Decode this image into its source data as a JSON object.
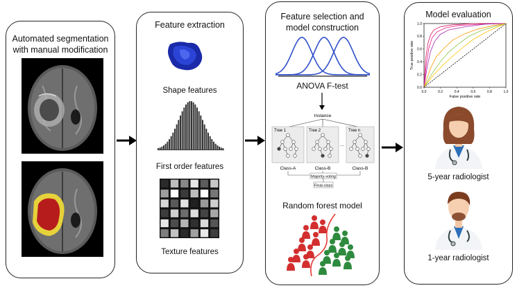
{
  "panels": {
    "segmentation": {
      "title_line1": "Automated segmentation",
      "title_line2": "with manual modification"
    },
    "extraction": {
      "title": "Feature extraction",
      "shape_label": "Shape features",
      "first_order_label": "First order features",
      "texture_label": "Texture features"
    },
    "selection": {
      "title_line1": "Feature selection and",
      "title_line2": "model construction",
      "anova_label": "ANOVA F-test",
      "rf_label": "Random forest model",
      "forest": {
        "instance": "Instance",
        "tree1": "Tree 1",
        "tree2": "Tree 2",
        "treen": "Tree n",
        "ellipsis": "...",
        "class_a": "Class-A",
        "class_b1": "Class-B",
        "class_b2": "Class-B",
        "majority": "Majority-voting",
        "final": "Final-class"
      }
    },
    "evaluation": {
      "title": "Model evaluation",
      "radiologist_5": "5-year radiologist",
      "radiologist_1": "1-year radiologist"
    }
  },
  "roc_chart": {
    "chart_data": {
      "type": "line",
      "xlabel": "False positive rate",
      "ylabel": "True positive rate",
      "xticks": [
        "0.0",
        "0.2",
        "0.4",
        "0.6",
        "0.8",
        "1.0"
      ],
      "yticks": [
        "0.0",
        "0.2",
        "0.4",
        "0.6",
        "0.8",
        "1.0"
      ],
      "xlim": [
        0,
        1
      ],
      "ylim": [
        0,
        1
      ],
      "legend_position": "lower-right",
      "series": [
        {
          "color": "#d81b60",
          "x": [
            0,
            0.02,
            0.05,
            0.08,
            0.12,
            0.2,
            0.35,
            0.6,
            1
          ],
          "y": [
            0,
            0.45,
            0.7,
            0.82,
            0.9,
            0.95,
            0.98,
            1,
            1
          ]
        },
        {
          "color": "#e91e8c",
          "x": [
            0,
            0.03,
            0.06,
            0.1,
            0.16,
            0.26,
            0.42,
            0.7,
            1
          ],
          "y": [
            0,
            0.38,
            0.62,
            0.78,
            0.87,
            0.93,
            0.97,
            0.99,
            1
          ]
        },
        {
          "color": "#9c27b0",
          "x": [
            0,
            0.04,
            0.08,
            0.13,
            0.2,
            0.3,
            0.5,
            0.75,
            1
          ],
          "y": [
            0,
            0.33,
            0.56,
            0.72,
            0.83,
            0.9,
            0.95,
            0.99,
            1
          ]
        },
        {
          "color": "#ff9800",
          "x": [
            0,
            0.08,
            0.15,
            0.25,
            0.35,
            0.5,
            0.65,
            0.85,
            1
          ],
          "y": [
            0,
            0.3,
            0.48,
            0.62,
            0.74,
            0.84,
            0.91,
            0.97,
            1
          ]
        },
        {
          "color": "#8bc34a",
          "x": [
            0,
            0.1,
            0.2,
            0.3,
            0.42,
            0.55,
            0.7,
            0.88,
            1
          ],
          "y": [
            0,
            0.22,
            0.4,
            0.55,
            0.68,
            0.8,
            0.89,
            0.96,
            1
          ]
        },
        {
          "color": "#ffc107",
          "x": [
            0,
            0.12,
            0.24,
            0.36,
            0.48,
            0.6,
            0.75,
            0.9,
            1
          ],
          "y": [
            0,
            0.2,
            0.36,
            0.5,
            0.63,
            0.75,
            0.86,
            0.95,
            1
          ]
        },
        {
          "color": "#000000",
          "dashed": true,
          "x": [
            0,
            1
          ],
          "y": [
            0,
            1
          ]
        }
      ]
    }
  },
  "colors": {
    "gaussian": "#2f4fc9",
    "person_red": "#d32f2f",
    "person_green": "#2e8b3e",
    "separator": "#e53935",
    "segmentation_red": "#b71c1c",
    "segmentation_yellow": "#e6d23a"
  }
}
